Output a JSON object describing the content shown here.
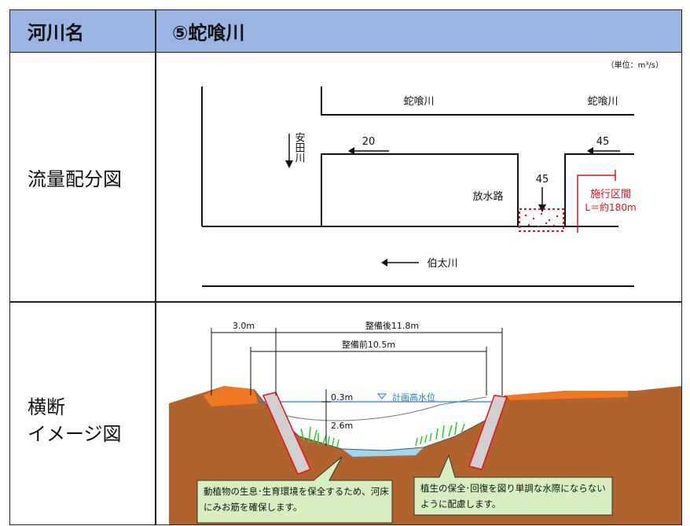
{
  "header": {
    "col1_label": "河川名",
    "col2_label": "⑤蛇喰川"
  },
  "rows": {
    "flow_label": "流量配分図",
    "section_label_line1": "横断",
    "section_label_line2": "イメージ図"
  },
  "flow_diagram": {
    "unit": "（単位：m³/s）",
    "river_top_left": "蛇喰川",
    "river_top_right": "蛇喰川",
    "river_left_vertical": "安田川",
    "flow_left": "20",
    "flow_right": "45",
    "flow_channel": "45",
    "channel_label": "放水路",
    "river_bottom": "伯太川",
    "work_label_line1": "施行区間",
    "work_label_line2": "L＝約180m"
  },
  "cross_section": {
    "width_after": "整備後11.8m",
    "width_before": "整備前10.5m",
    "slope_width": "3.0m",
    "freeboard": "0.3m",
    "depth": "2.6m",
    "water_level": "計画高水位",
    "callout_left": "動植物の生息･生育環境を保全するため、河床にみお筋を確保します。",
    "callout_right": "植生の保全･回復を図り単調な水際にならないように配慮します。"
  },
  "colors": {
    "header_bg": "#9bb5e3",
    "work_red": "#e8101a",
    "soil": "#b0632c",
    "embankment": "#f07820",
    "water": "#9fd6f0",
    "vegetation": "#2fd22f",
    "callout_bg": "#d7eec1"
  }
}
